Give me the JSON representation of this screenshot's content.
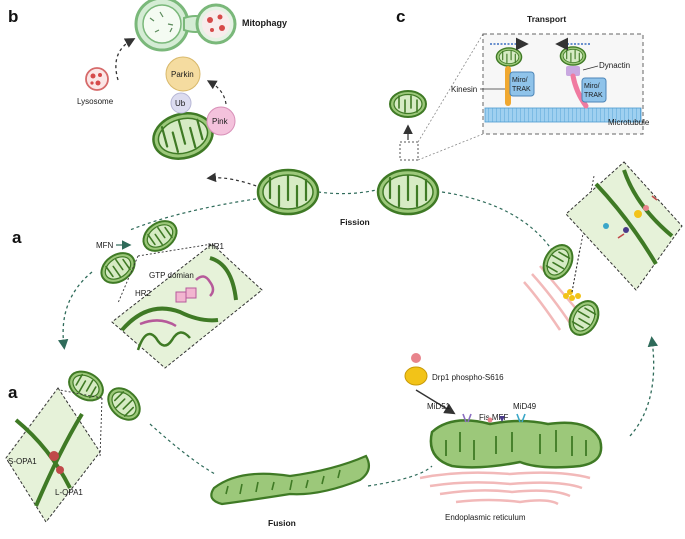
{
  "panels": {
    "a": "a",
    "b": "b",
    "c": "c"
  },
  "labels": {
    "mitophagy": "Mitophagy",
    "transport": "Transport",
    "fission": "Fission",
    "fusion": "Fusion",
    "lysosome": "Lysosome",
    "parkin": "Parkin",
    "ub": "Ub",
    "pink": "Pink",
    "kinesin": "Kinesin",
    "dynactin": "Dynactin",
    "miro_trak_1": "Miro/\nTRAK",
    "miro_trak_2": "Miro/\nTRAK",
    "microtubule": "Microtubule",
    "mfn": "MFN",
    "hr1": "HR1",
    "hr2": "HR2",
    "gtp_domain": "GTP domian",
    "s_opa1": "S-OPA1",
    "l_opa1": "L-OPA1",
    "drp1": "Drp1 phospho-S616",
    "mid51": "MiD51",
    "fis_mff": "Fis MFF",
    "mid49": "MiD49",
    "er": "Endoplasmic reticulum"
  },
  "colors": {
    "mito_fill": "#9cc87a",
    "mito_outer": "#3f7a25",
    "mito_inner_bg": "#e6f2d9",
    "arrow": "#2f6b5a",
    "er": "#f2b9b9",
    "parkin": "#f5dca0",
    "ub": "#dcdcf0",
    "pink": "#f4c2dc",
    "miro": "#8fc3ea",
    "microtubule": "#6fb7e6",
    "drp1": "#f2c318"
  },
  "icons": [
    "lysosome-icon",
    "autophagosome-icon",
    "mitochondrion-icon",
    "drp1-icon",
    "endoplasmic-reticulum-icon",
    "microtubule-icon"
  ]
}
